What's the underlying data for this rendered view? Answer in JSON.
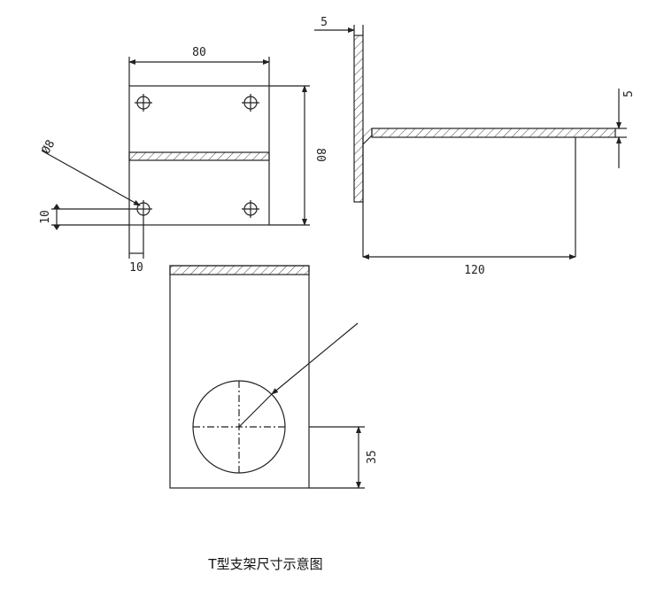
{
  "caption": "T型支架尺寸示意图",
  "dimensions": {
    "top_view_width": "80",
    "top_view_height": "80",
    "hole_diameter": "Ø8",
    "hole_edge_offset_y": "10",
    "hole_edge_offset_x": "10",
    "vertical_plate_thickness": "5",
    "horizontal_plate_thickness": "5",
    "horizontal_length": "120",
    "front_hole_offset": "35"
  },
  "colors": {
    "line": "#222222",
    "hatch": "#444444",
    "background": "#ffffff"
  }
}
